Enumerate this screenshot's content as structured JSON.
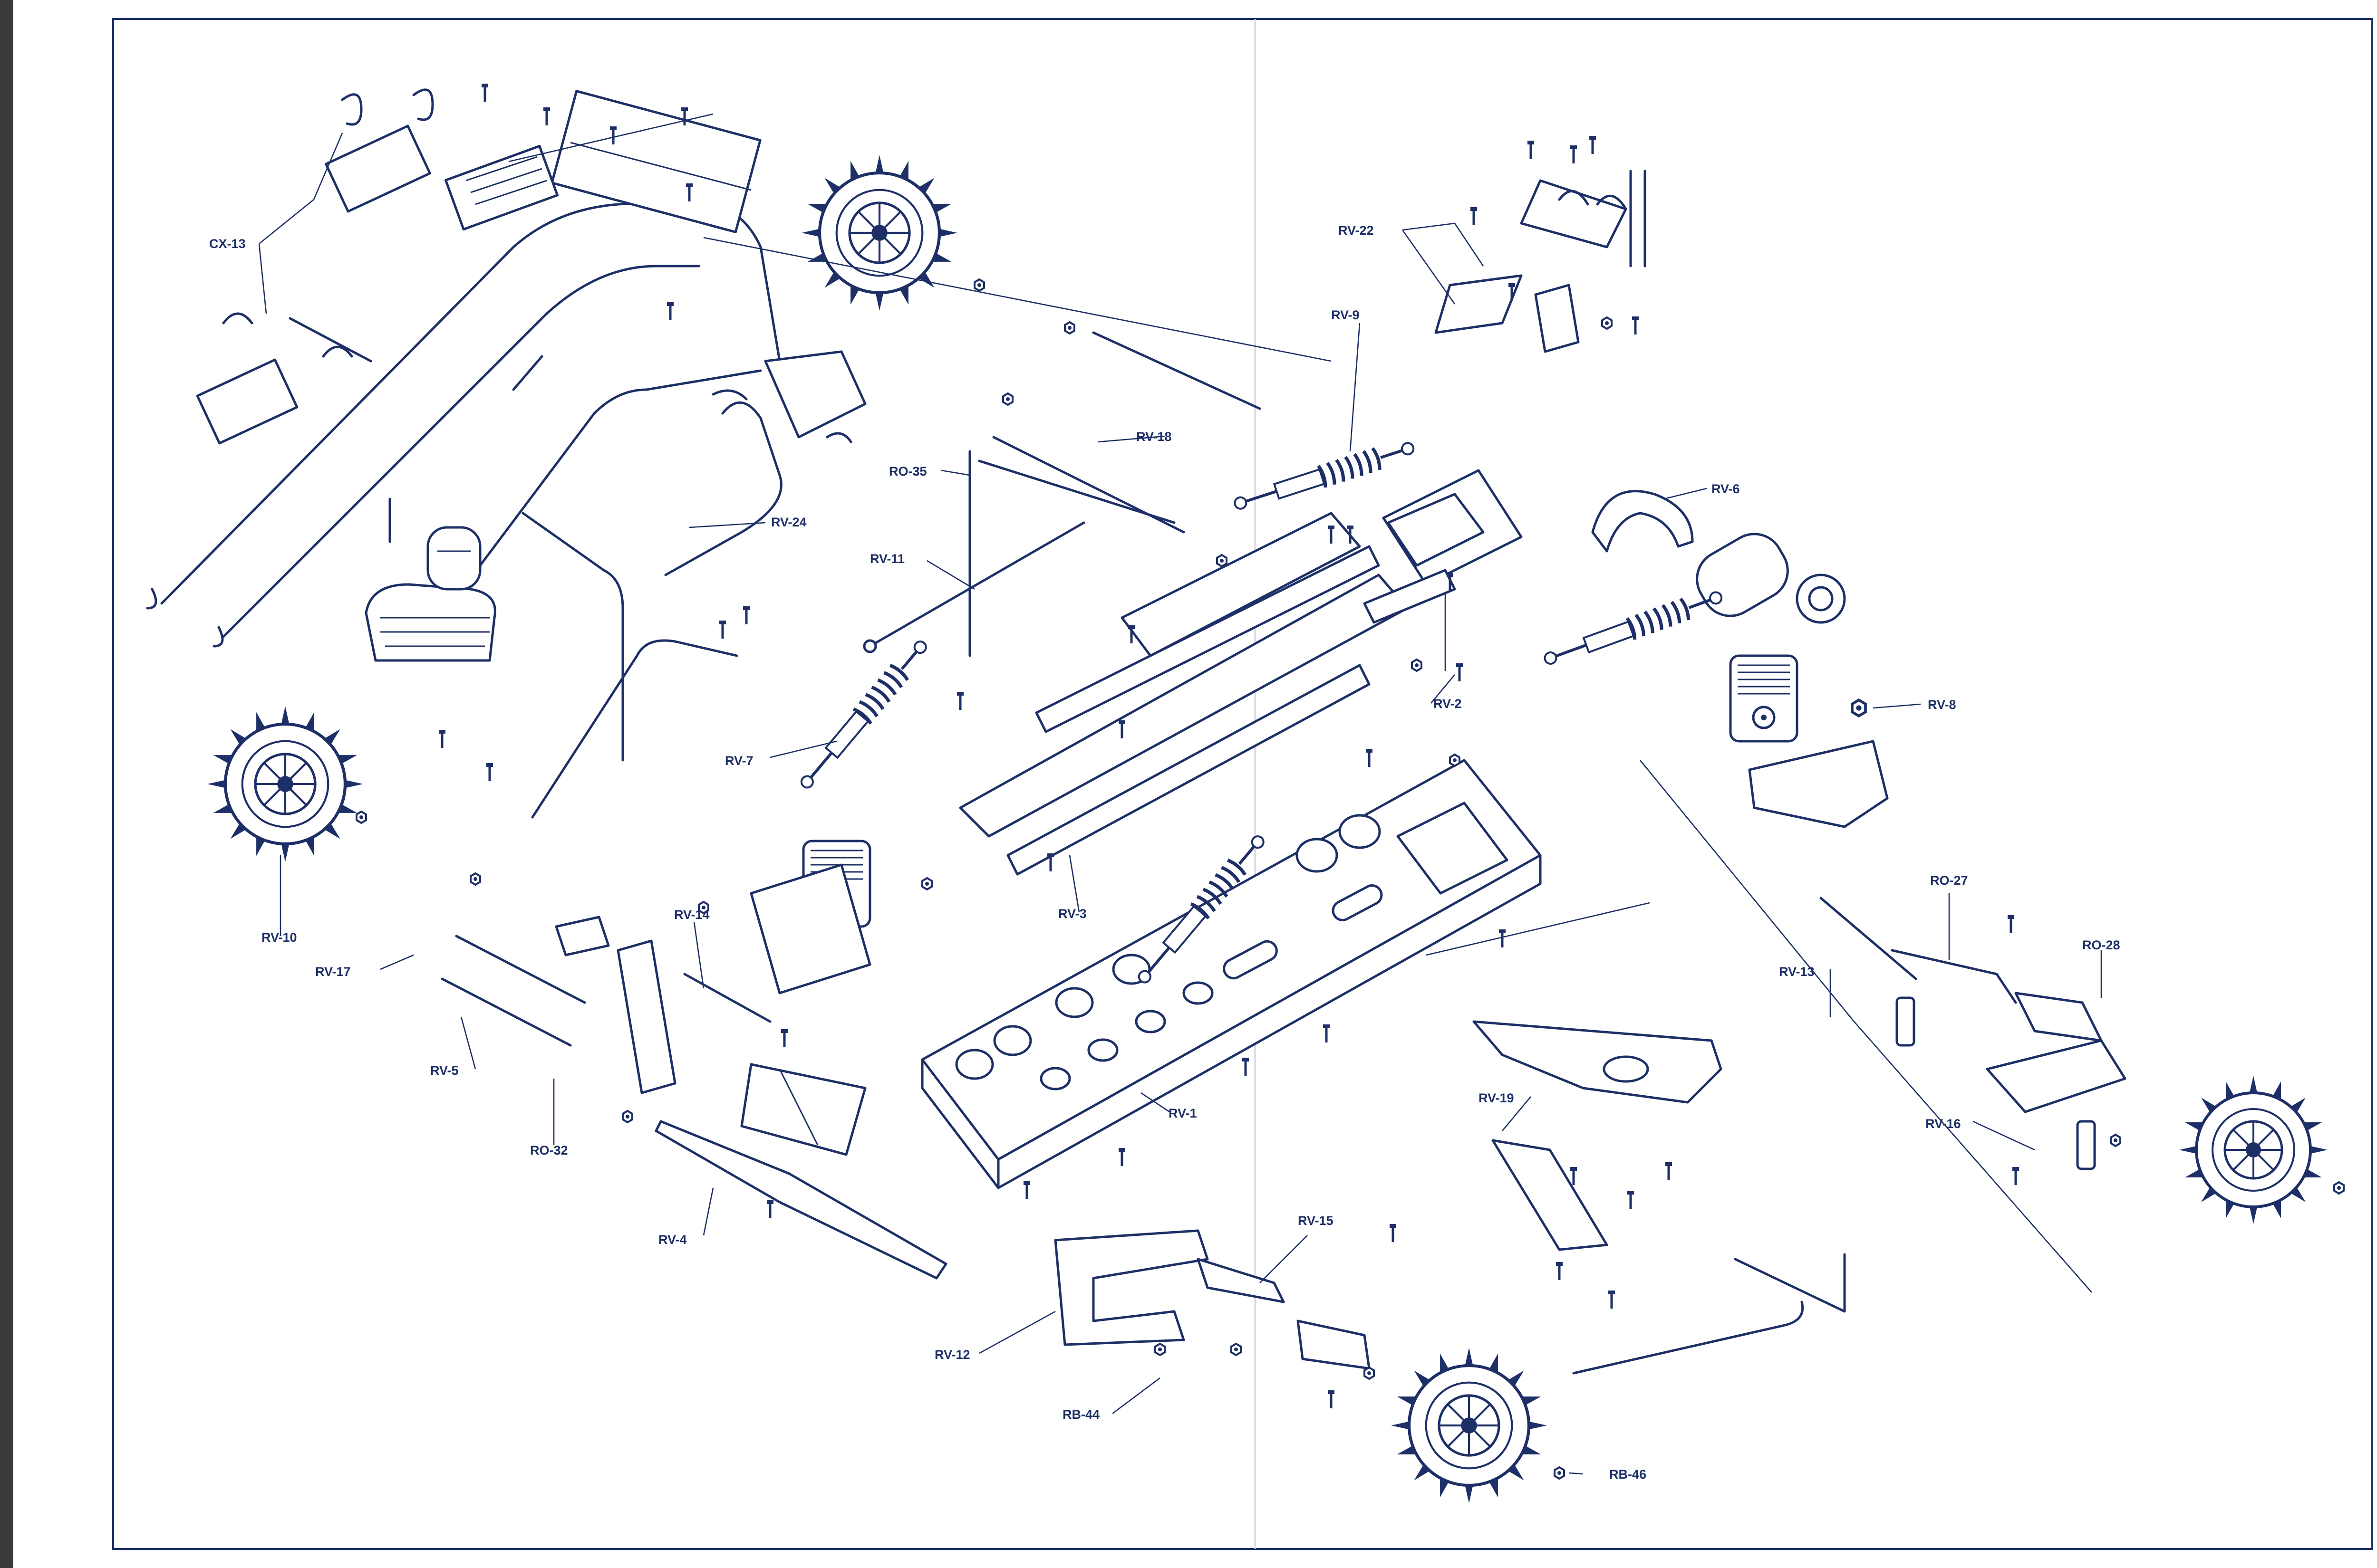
{
  "colors": {
    "ink": "#1d2f66",
    "paper": "#ffffff",
    "scan_shadow": "#3a3a3a"
  },
  "part_labels": {
    "cx13": "CX-13",
    "rv24": "RV-24",
    "ro35": "RO-35",
    "rv18": "RV-18",
    "rv11": "RV-11",
    "rv9": "RV-9",
    "rv22": "RV-22",
    "rv6": "RV-6",
    "rv2": "RV-2",
    "rv8": "RV-8",
    "rv7": "RV-7",
    "rv10": "RV-10",
    "rv17": "RV-17",
    "rv14": "RV-14",
    "rv5": "RV-5",
    "ro32": "RO-32",
    "rv3": "RV-3",
    "rv1": "RV-1",
    "rv4": "RV-4",
    "rv19": "RV-19",
    "rv13": "RV-13",
    "ro27": "RO-27",
    "ro28": "RO-28",
    "rv16": "RV-16",
    "rv15": "RV-15",
    "rv12": "RV-12",
    "rb44": "RB-44",
    "rb46": "RB-46"
  },
  "icons": [
    "spiked-wheel-icon",
    "shock-absorber-icon",
    "gearbox-icon",
    "driver-figure-icon",
    "screw-icon"
  ]
}
